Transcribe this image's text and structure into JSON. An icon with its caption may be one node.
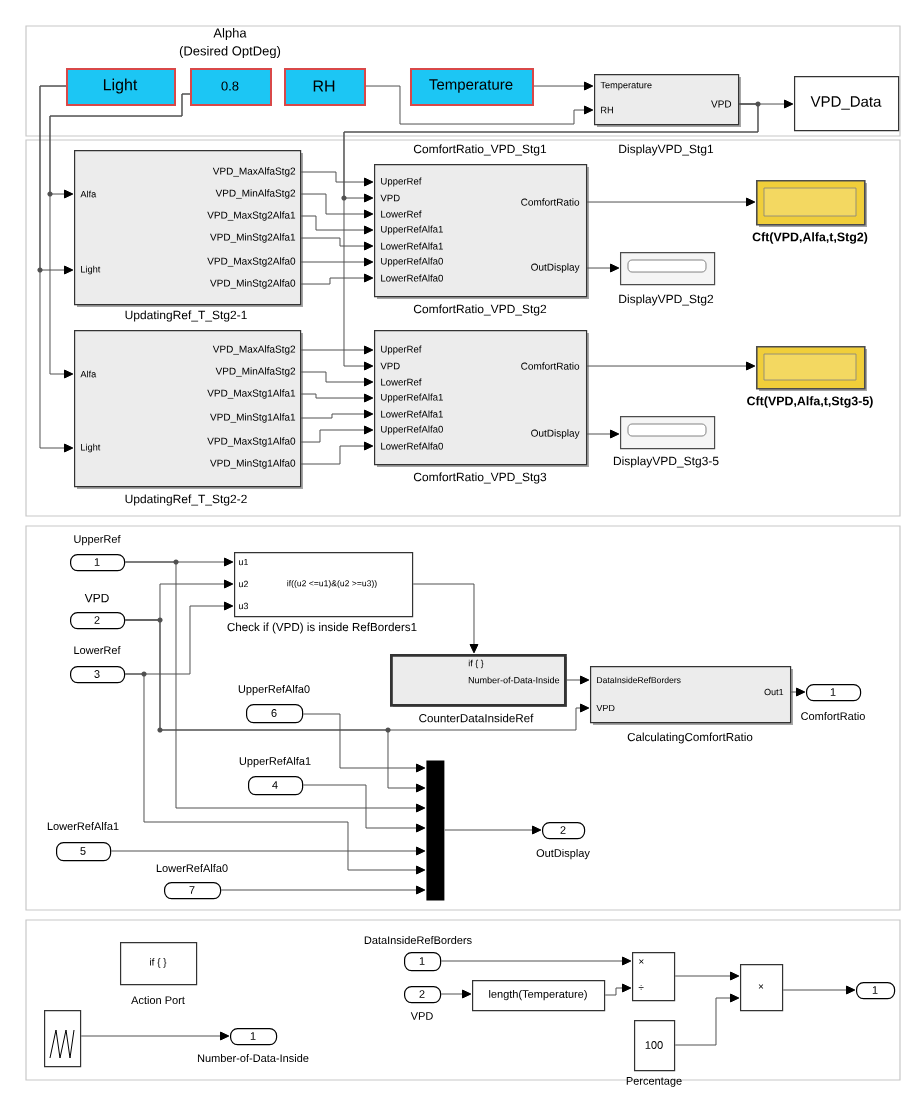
{
  "diagram": {
    "nodes": [
      {
        "text": [
          "Light"
        ]
      },
      {
        "text": [
          "0.8"
        ],
        "beside": [
          "Alpha",
          "(Desired OptDeg)"
        ]
      },
      {
        "text": [
          "RH"
        ]
      },
      {
        "text": [
          "Temperature"
        ]
      },
      {
        "text": [
          "Temperature",
          "RH",
          "VPD"
        ]
      },
      {
        "text": [
          "VPD_Data"
        ]
      },
      {
        "text": [
          "Alfa",
          "Light",
          "VPD_MaxAlfaStg2",
          "VPD_MinAlfaStg2",
          "VPD_MaxStg2Alfa1",
          "VPD_MinStg2Alfa1",
          "VPD_MaxStg2Alfa0",
          "VPD_MinStg2Alfa0"
        ],
        "beside": [
          "UpdatingRef_T_Stg2-1"
        ]
      },
      {
        "text": [
          "UpperRef",
          "VPD",
          "LowerRef",
          "UpperRefAlfa1",
          "LowerRefAlfa1",
          "UpperRefAlfa0",
          "LowerRefAlfa0",
          "ComfortRatio",
          "OutDisplay"
        ],
        "beside": [
          "ComfortRatio_VPD_Stg2"
        ]
      },
      {
        "text": [],
        "shape": "box",
        "beside": [
          "Cft(VPD,Alfa,t,Stg2)"
        ]
      },
      {
        "text": [],
        "shape": "box",
        "beside": [
          "DisplayVPD_Stg2"
        ]
      },
      {
        "text": [
          "Alfa",
          "Light",
          "VPD_MaxAlfaStg2",
          "VPD_MinAlfaStg2",
          "VPD_MaxStg1Alfa1",
          "VPD_MinStg1Alfa1",
          "VPD_MaxStg1Alfa0",
          "VPD_MinStg1Alfa0"
        ],
        "beside": [
          "UpdatingRef_T_Stg2-2"
        ]
      },
      {
        "text": [
          "UpperRef",
          "VPD",
          "LowerRef",
          "UpperRefAlfa1",
          "LowerRefAlfa1",
          "UpperRefAlfa0",
          "LowerRefAlfa0",
          "ComfortRatio",
          "OutDisplay"
        ],
        "beside": [
          "ComfortRatio_VPD_Stg3"
        ]
      },
      {
        "text": [],
        "shape": "box",
        "beside": [
          "Cft(VPD,Alfa,t,Stg3-5)"
        ]
      },
      {
        "text": [],
        "shape": "box",
        "beside": [
          "DisplayVPD_Stg3-5"
        ]
      },
      {
        "text": [
          "1"
        ],
        "beside": [
          "UpperRef"
        ]
      },
      {
        "text": [
          "2"
        ],
        "beside": [
          "VPD"
        ]
      },
      {
        "text": [
          "3"
        ],
        "beside": [
          "LowerRef"
        ]
      },
      {
        "text": [
          "u1",
          "u2",
          "u3",
          "if((u2 <=u1)&(u2 >=u3))"
        ],
        "beside": [
          "Check if (VPD) is inside RefBorders1"
        ]
      },
      {
        "text": [
          "if { }",
          "Number-of-Data-Inside"
        ],
        "beside": [
          "CounterDataInsideRef"
        ]
      },
      {
        "text": [
          "DataInsideRefBorders",
          "VPD",
          "Out1"
        ],
        "beside": [
          "CalculatingComfortRatio"
        ]
      },
      {
        "text": [
          "1"
        ],
        "beside": [
          "ComfortRatio"
        ]
      },
      {
        "text": [
          "6"
        ],
        "beside": [
          "UpperRefAlfa0"
        ]
      },
      {
        "text": [
          "4"
        ],
        "beside": [
          "UpperRefAlfa1"
        ]
      },
      {
        "text": [],
        "shape": "bar"
      },
      {
        "text": [
          "2"
        ],
        "beside": [
          "OutDisplay"
        ]
      },
      {
        "text": [
          "5"
        ],
        "beside": [
          "LowerRefAlfa1"
        ]
      },
      {
        "text": [
          "7"
        ],
        "beside": [
          "LowerRefAlfa0"
        ]
      },
      {
        "text": [
          "if { }"
        ],
        "beside": [
          "Action Port"
        ]
      },
      {
        "text": [],
        "shape": "box"
      },
      {
        "text": [
          "1"
        ],
        "beside": [
          "Number-of-Data-Inside"
        ]
      },
      {
        "text": [
          "1"
        ],
        "beside": [
          "DataInsideRefBorders"
        ]
      },
      {
        "text": [
          "2"
        ],
        "beside": [
          "VPD"
        ]
      },
      {
        "text": [
          "length(Temperature)"
        ]
      },
      {
        "text": [
          "×",
          "÷"
        ]
      },
      {
        "text": [
          "×"
        ]
      },
      {
        "text": [
          "100"
        ],
        "beside": [
          "Percentage"
        ]
      },
      {
        "text": [
          "1"
        ]
      }
    ],
    "edges": [
      {
        "from": 0,
        "to": 6,
        "arrow": "to"
      },
      {
        "from": 0,
        "to": 10,
        "arrow": "to"
      },
      {
        "from": 1,
        "to": 6,
        "arrow": "to"
      },
      {
        "from": 1,
        "to": 10,
        "arrow": "to"
      },
      {
        "from": 3,
        "to": 4,
        "arrow": "to"
      },
      {
        "from": 2,
        "to": 4,
        "arrow": "to"
      },
      {
        "from": 4,
        "to": 5,
        "arrow": "to"
      },
      {
        "from": 4,
        "to": 7,
        "arrow": "to"
      },
      {
        "from": 4,
        "to": 11,
        "arrow": "to"
      },
      {
        "from": 6,
        "to": 7,
        "arrow": "to"
      },
      {
        "from": 6,
        "to": 7,
        "arrow": "to"
      },
      {
        "from": 6,
        "to": 7,
        "arrow": "to"
      },
      {
        "from": 6,
        "to": 7,
        "arrow": "to"
      },
      {
        "from": 6,
        "to": 7,
        "arrow": "to"
      },
      {
        "from": 6,
        "to": 7,
        "arrow": "to"
      },
      {
        "from": 7,
        "to": 8,
        "arrow": "to"
      },
      {
        "from": 7,
        "to": 9,
        "arrow": "to"
      },
      {
        "from": 10,
        "to": 11,
        "arrow": "to"
      },
      {
        "from": 10,
        "to": 11,
        "arrow": "to"
      },
      {
        "from": 10,
        "to": 11,
        "arrow": "to"
      },
      {
        "from": 10,
        "to": 11,
        "arrow": "to"
      },
      {
        "from": 10,
        "to": 11,
        "arrow": "to"
      },
      {
        "from": 10,
        "to": 11,
        "arrow": "to"
      },
      {
        "from": 11,
        "to": 12,
        "arrow": "to"
      },
      {
        "from": 11,
        "to": 13,
        "arrow": "to"
      },
      {
        "from": 14,
        "to": 17,
        "arrow": "to"
      },
      {
        "from": 15,
        "to": 17,
        "arrow": "to"
      },
      {
        "from": 16,
        "to": 17,
        "arrow": "to"
      },
      {
        "from": 17,
        "to": 18,
        "arrow": "to"
      },
      {
        "from": 18,
        "to": 19,
        "arrow": "to"
      },
      {
        "from": 15,
        "to": 19,
        "arrow": "to"
      },
      {
        "from": 19,
        "to": 20,
        "arrow": "to"
      },
      {
        "from": 21,
        "to": 23,
        "arrow": "to"
      },
      {
        "from": 15,
        "to": 23,
        "arrow": "to"
      },
      {
        "from": 14,
        "to": 23,
        "arrow": "to"
      },
      {
        "from": 22,
        "to": 23,
        "arrow": "to"
      },
      {
        "from": 25,
        "to": 23,
        "arrow": "to"
      },
      {
        "from": 16,
        "to": 23,
        "arrow": "to"
      },
      {
        "from": 26,
        "to": 23,
        "arrow": "to"
      },
      {
        "from": 23,
        "to": 24,
        "arrow": "to"
      },
      {
        "from": 28,
        "to": 29,
        "arrow": "to"
      },
      {
        "from": 30,
        "to": 33,
        "arrow": "to"
      },
      {
        "from": 31,
        "to": 32,
        "arrow": "to"
      },
      {
        "from": 32,
        "to": 33,
        "arrow": "to"
      },
      {
        "from": 33,
        "to": 34,
        "arrow": "to"
      },
      {
        "from": 35,
        "to": 34,
        "arrow": "to"
      },
      {
        "from": 34,
        "to": 36,
        "arrow": "to"
      }
    ],
    "labels": [
      "ComfortRatio_VPD_Stg1",
      "DisplayVPD_Stg1"
    ]
  }
}
